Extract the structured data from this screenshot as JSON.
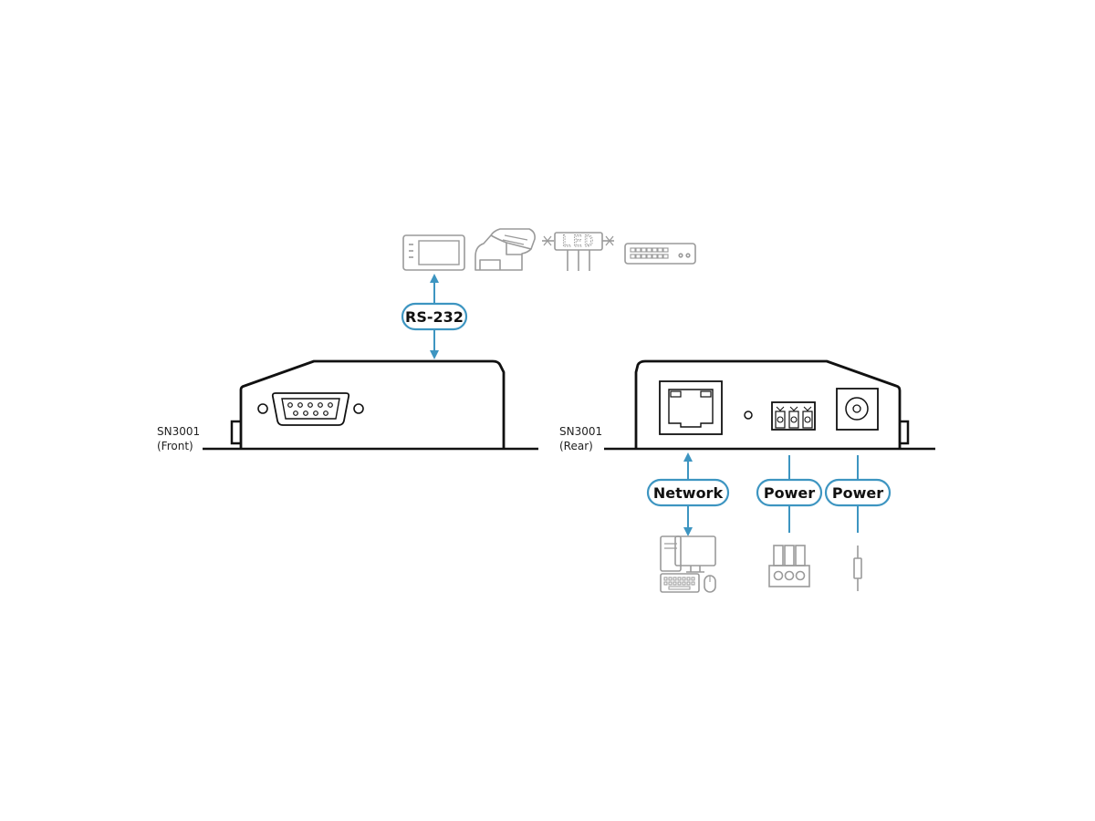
{
  "colors": {
    "device_outline": "#111111",
    "connector_blue": "#3d95c1",
    "icon_gray": "#9a9a9a",
    "pill_fill": "#ffffff"
  },
  "front_device": {
    "name_line1": "SN3001",
    "name_line2": "(Front)",
    "port_icon": "db9-serial-port-icon"
  },
  "rear_device": {
    "name_line1": "SN3001",
    "name_line2": "(Rear)",
    "port_icons": [
      "rj45-port-icon",
      "status-led-icon",
      "terminal-block-port-icon",
      "dc-jack-port-icon"
    ]
  },
  "connections": {
    "rs232": {
      "label": "RS-232"
    },
    "network": {
      "label": "Network"
    },
    "power_terminal": {
      "label": "Power"
    },
    "power_dc": {
      "label": "Power"
    }
  },
  "serial_devices": {
    "led_sign_text": "LED",
    "icons": [
      "touch-panel-icon",
      "projector-icon",
      "led-sign-icon",
      "network-switch-icon"
    ]
  },
  "rear_peripherals": {
    "icons": [
      "computer-icon",
      "terminal-block-plug-icon",
      "dc-plug-icon"
    ]
  }
}
